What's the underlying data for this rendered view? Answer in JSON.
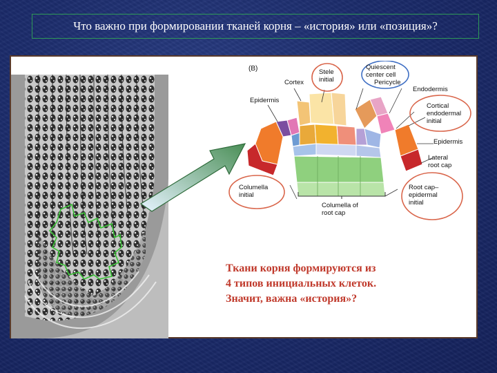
{
  "slide": {
    "title": "Что важно при формировании тканей корня – «история» или «позиция»?",
    "caption_lines": [
      "Ткани корня формируются из",
      "4 типов инициальных клеток.",
      "Значит, важна «история»?"
    ]
  },
  "diagram": {
    "panel_label": "(B)",
    "labels": {
      "quiescent_center": "Quiescent center cell",
      "stele_initial": "Stele initial",
      "cortex": "Cortex",
      "pericycle": "Pericycle",
      "endodermis": "Endodermis",
      "epidermis_left": "Epidermis",
      "cortical_endodermal_initial": "Cortical endodermal initial",
      "epidermis_right": "Epidermis",
      "lateral_root_cap": "Lateral root cap",
      "columella_initial": "Columella initial",
      "columella_of_root_cap": "Columella of root cap",
      "root_cap_epidermal_initial": "Root cap–epidermal initial"
    }
  },
  "colors": {
    "title_border": "#2f9a57",
    "caption": "#c0392b",
    "highlight_circle": "#d9654a",
    "quiescent_circle": "#3f6fc4",
    "outline_green": "#39c235"
  }
}
